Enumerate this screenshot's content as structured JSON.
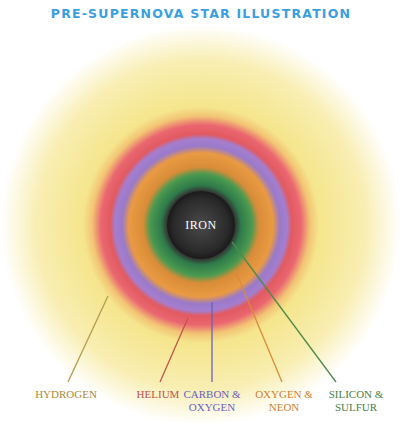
{
  "diagram": {
    "title": "PRE-SUPERNOVA STAR ILLUSTRATION",
    "nodes": [
      {
        "text": [
          "IRON"
        ]
      }
    ],
    "labels": [
      "HYDROGEN",
      "HELIUM",
      "CARBON & OXYGEN",
      "OXYGEN & NEON",
      "SILICON & SULFUR"
    ]
  }
}
